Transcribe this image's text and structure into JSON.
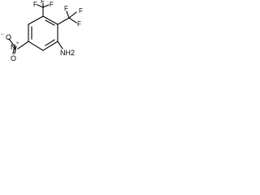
{
  "structure": {
    "labels": {
      "cf3_top_left": "F",
      "cf3_top_right": "F",
      "cf3_top_center": "F",
      "cf3_right_left": "F",
      "cf3_right_right": "F",
      "cf3_right_bottom": "F",
      "nitro_o_minus": "O",
      "nitro_minus": "−",
      "nitro_n": "N",
      "nitro_plus": "+",
      "nitro_o": "O",
      "amine": "NH2"
    }
  }
}
